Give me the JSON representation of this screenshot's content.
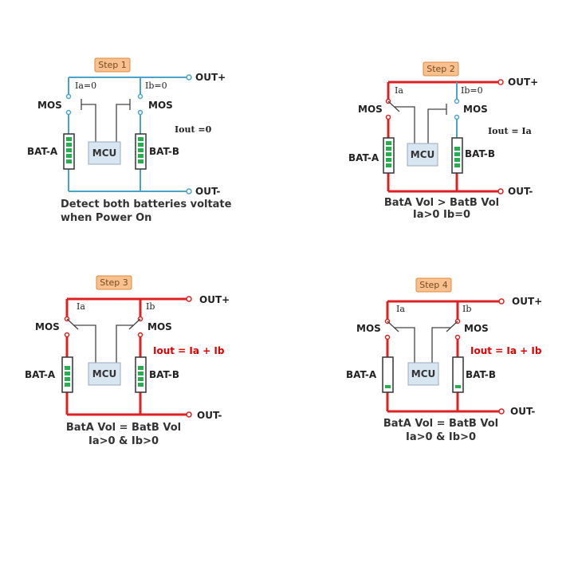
{
  "panels": [
    {
      "step": "Step 1",
      "out_plus": "OUT+",
      "out_minus": "OUT-",
      "ia": "Ia=0",
      "ib": "Ib=0",
      "mos_left": "MOS",
      "mos_right": "MOS",
      "bat_a": "BAT-A",
      "bat_b": "BAT-B",
      "mcu": "MCU",
      "iout": "Iout =0",
      "caption_line1": "Detect both batteries voltate",
      "caption_line2": "when Power On"
    },
    {
      "step": "Step 2",
      "out_plus": "OUT+",
      "out_minus": "OUT-",
      "ia": "Ia",
      "ib": "Ib=0",
      "mos_left": "MOS",
      "mos_right": "MOS",
      "bat_a": "BAT-A",
      "bat_b": "BAT-B",
      "mcu": "MCU",
      "iout": "Iout = Ia",
      "caption_line1": "BatA Vol > BatB Vol",
      "caption_line2": "Ia>0  Ib=0"
    },
    {
      "step": "Step 3",
      "out_plus": "OUT+",
      "out_minus": "OUT-",
      "ia": "Ia",
      "ib": "Ib",
      "mos_left": "MOS",
      "mos_right": "MOS",
      "bat_a": "BAT-A",
      "bat_b": "BAT-B",
      "mcu": "MCU",
      "iout": "Iout = Ia + Ib",
      "caption_line1": "BatA Vol = BatB Vol",
      "caption_line2": "Ia>0 & Ib>0"
    },
    {
      "step": "Step 4",
      "out_plus": "OUT+",
      "out_minus": "OUT-",
      "ia": "Ia",
      "ib": "Ib",
      "mos_left": "MOS",
      "mos_right": "MOS",
      "bat_a": "BAT-A",
      "bat_b": "BAT-B",
      "mcu": "MCU",
      "iout": "Iout = Ia + Ib",
      "caption_line1": "BatA Vol = BatB Vol",
      "caption_line2": "Ia>0 & Ib>0"
    }
  ],
  "colors": {
    "idle_wire": "#4aa3c8",
    "active_wire": "#e02020",
    "battery_full": "#22b14c",
    "step_tag": "#f7c08e"
  }
}
